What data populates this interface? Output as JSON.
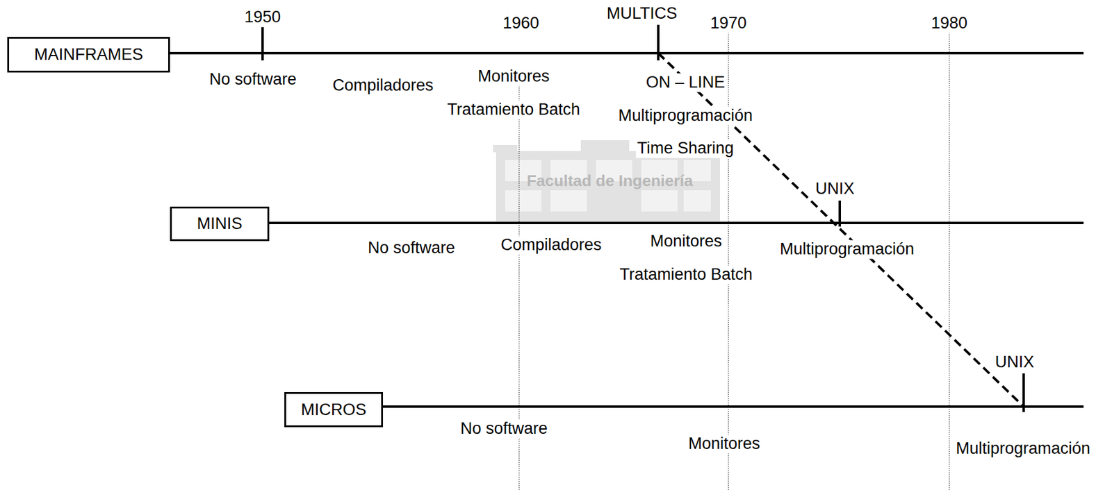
{
  "diagram": {
    "nodes": [
      {
        "text": [
          "MAINFRAMES"
        ]
      },
      {
        "text": [
          "MINIS"
        ]
      },
      {
        "text": [
          "MICROS"
        ]
      }
    ],
    "labels": [
      "1950",
      "1960",
      "MULTICS",
      "1970",
      "1980",
      "No software",
      "Compiladores",
      "Monitores",
      "Tratamiento Batch",
      "ON – LINE",
      "Multiprogramación",
      "Time Sharing",
      "UNIX",
      "No software",
      "Compiladores",
      "Monitores",
      "Tratamiento Batch",
      "Multiprogramación",
      "UNIX",
      "No software",
      "Monitores",
      "Multiprogramación",
      "Facultad de Ingeniería"
    ]
  }
}
